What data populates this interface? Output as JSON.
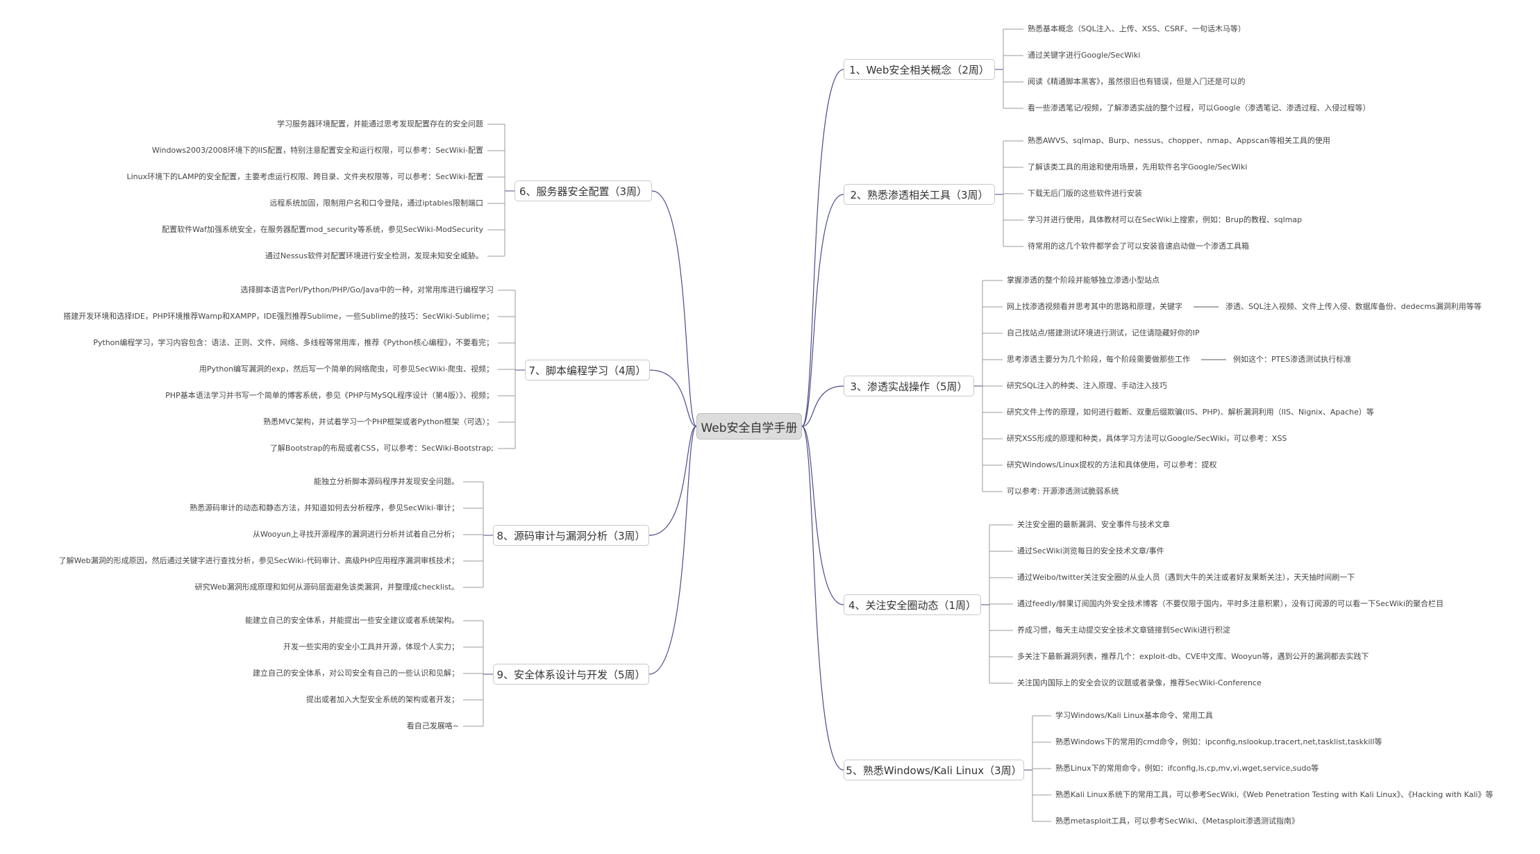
{
  "root": {
    "label": "Web安全自学手册"
  },
  "left_branches": [
    {
      "label": "6、服务器安全配置（3周）",
      "items": [
        "学习服务器环境配置，并能通过思考发现配置存在的安全问题",
        "Windows2003/2008环境下的IIS配置，特别注意配置安全和运行权限，可以参考：SecWiki-配置",
        "Linux环境下的LAMP的安全配置，主要考虑运行权限、跨目录、文件夹权限等，可以参考：SecWiki-配置",
        "远程系统加固，限制用户名和口令登陆，通过iptables限制端口",
        "配置软件Waf加强系统安全，在服务器配置mod_security等系统，参见SecWiki-ModSecurity",
        "通过Nessus软件对配置环境进行安全检测，发现未知安全威胁。"
      ]
    },
    {
      "label": "7、脚本编程学习（4周）",
      "items": [
        "选择脚本语言Perl/Python/PHP/Go/Java中的一种，对常用库进行编程学习",
        "搭建开发环境和选择IDE，PHP环境推荐Wamp和XAMPP，IDE强烈推荐Sublime，一些Sublime的技巧：SecWiki-Sublime；",
        "Python编程学习，学习内容包含：语法、正则、文件、网络、多线程等常用库，推荐《Python核心编程》，不要看完；",
        "用Python编写漏洞的exp，然后写一个简单的网络爬虫，可参见SecWiki-爬虫、视频；",
        "PHP基本语法学习并书写一个简单的博客系统，参见《PHP与MySQL程序设计（第4版）》、视频；",
        "熟悉MVC架构，并试着学习一个PHP框架或者Python框架（可选）；",
        "了解Bootstrap的布局或者CSS，可以参考：SecWiki-Bootstrap;"
      ]
    },
    {
      "label": "8、源码审计与漏洞分析（3周）",
      "items": [
        "能独立分析脚本源码程序并发现安全问题。",
        "熟悉源码审计的动态和静态方法，并知道如何去分析程序，参见SecWiki-审计；",
        "从Wooyun上寻找开源程序的漏洞进行分析并试着自己分析；",
        "了解Web漏洞的形成原因，然后通过关键字进行查找分析，参见SecWiki-代码审计、高级PHP应用程序漏洞审核技术；",
        "研究Web漏洞形成原理和如何从源码层面避免该类漏洞，并整理成checklist。"
      ]
    },
    {
      "label": "9、安全体系设计与开发（5周）",
      "items": [
        "能建立自己的安全体系，并能提出一些安全建议或者系统架构。",
        "开发一些实用的安全小工具并开源，体现个人实力；",
        "建立自己的安全体系，对公司安全有自己的一些认识和见解；",
        "提出或者加入大型安全系统的架构或者开发；",
        "看自己发展咯~"
      ]
    }
  ],
  "right_branches": [
    {
      "label": "1、Web安全相关概念（2周）",
      "items": [
        "熟悉基本概念（SQL注入、上传、XSS、CSRF、一句话木马等）",
        "通过关键字进行Google/SecWiki",
        "阅读《精通脚本黑客》，虽然很旧也有错误，但是入门还是可以的",
        "看一些渗透笔记/视频，了解渗透实战的整个过程，可以Google（渗透笔记、渗透过程、入侵过程等）"
      ]
    },
    {
      "label": "2、熟悉渗透相关工具（3周）",
      "items": [
        "熟悉AWVS、sqlmap、Burp、nessus、chopper、nmap、Appscan等相关工具的使用",
        "了解该类工具的用途和使用场景，先用软件名字Google/SecWiki",
        "下载无后门版的这些软件进行安装",
        "学习并进行使用，具体教材可以在SecWiki上搜索，例如：Brup的教程、sqlmap",
        "待常用的这几个软件都学会了可以安装音速启动做一个渗透工具箱"
      ]
    },
    {
      "label": "3、渗透实战操作（5周）",
      "items": [
        "掌握渗透的整个阶段并能够独立渗透小型站点",
        "网上找渗透视频看并思考其中的思路和原理，关键字",
        "自己找站点/搭建测试环境进行测试，记住请隐藏好你的IP",
        "思考渗透主要分为几个阶段，每个阶段需要做那些工作",
        "研究SQL注入的种类、注入原理、手动注入技巧",
        "研究文件上传的原理，如何进行截断、双重后缀欺骗(IIS、PHP)、解析漏洞利用（IIS、Nignix、Apache）等",
        "研究XSS形成的原理和种类，具体学习方法可以Google/SecWiki，可以参考：XSS",
        "研究Windows/Linux提权的方法和具体使用，可以参考：提权",
        "可以参考: 开源渗透测试脆弱系统"
      ],
      "sub_items": {
        "1": "渗透、SQL注入视频、文件上传入侵、数据库备份、dedecms漏洞利用等等",
        "3": "例如这个：PTES渗透测试执行标准"
      }
    },
    {
      "label": "4、关注安全圈动态（1周）",
      "items": [
        "关注安全圈的最新漏洞、安全事件与技术文章",
        "通过SecWiki浏览每日的安全技术文章/事件",
        "通过Weibo/twitter关注安全圈的从业人员（遇到大牛的关注或者好友果断关注），天天抽时间刷一下",
        "通过feedly/鲜果订阅国内外安全技术博客（不要仅限于国内，平时多注意积累），没有订阅源的可以看一下SecWiki的聚合栏目",
        "养成习惯，每天主动提交安全技术文章链接到SecWiki进行积淀",
        "多关注下最新漏洞列表，推荐几个：exploit-db、CVE中文库、Wooyun等，遇到公开的漏洞都去实践下",
        "关注国内国际上的安全会议的议题或者录像，推荐SecWiki-Conference"
      ]
    },
    {
      "label": "5、熟悉Windows/Kali Linux（3周）",
      "items": [
        "学习Windows/Kali Linux基本命令、常用工具",
        "熟悉Windows下的常用的cmd命令，例如：ipconfig,nslookup,tracert,net,tasklist,taskkill等",
        "熟悉Linux下的常用命令，例如：ifconfig,ls,cp,mv,vi,wget,service,sudo等",
        "熟悉Kali Linux系统下的常用工具，可以参考SecWiki,《Web Penetration Testing with Kali Linux》、《Hacking with Kali》等",
        "熟悉metasploit工具，可以参考SecWiki、《Metasploit渗透测试指南》"
      ]
    }
  ],
  "colors": {
    "line": "#4a4a8a",
    "leaf_line": "#999999"
  }
}
